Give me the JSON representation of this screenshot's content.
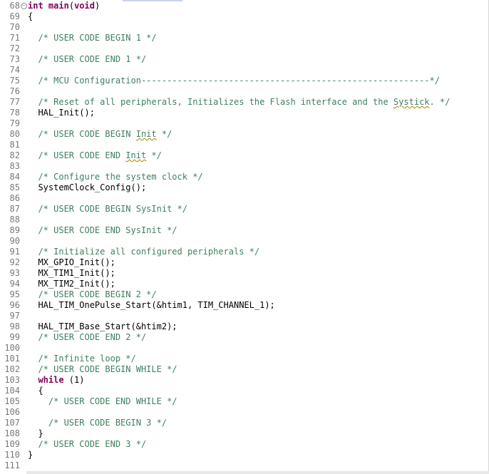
{
  "editor": {
    "lines": [
      {
        "n": "68",
        "fold": true,
        "segs": [
          {
            "c": "kw",
            "t": "int"
          },
          {
            "c": "",
            "t": " "
          },
          {
            "c": "kw",
            "t": "main"
          },
          {
            "c": "",
            "t": "("
          },
          {
            "c": "kw",
            "t": "void"
          },
          {
            "c": "",
            "t": ")"
          }
        ]
      },
      {
        "n": "69",
        "segs": [
          {
            "c": "",
            "t": "{"
          }
        ]
      },
      {
        "n": "70",
        "segs": []
      },
      {
        "n": "71",
        "segs": [
          {
            "c": "",
            "t": "  "
          },
          {
            "c": "cm",
            "t": "/* USER CODE BEGIN 1 */"
          }
        ]
      },
      {
        "n": "72",
        "segs": []
      },
      {
        "n": "73",
        "segs": [
          {
            "c": "",
            "t": "  "
          },
          {
            "c": "cm",
            "t": "/* USER CODE END 1 */"
          }
        ]
      },
      {
        "n": "74",
        "segs": []
      },
      {
        "n": "75",
        "segs": [
          {
            "c": "",
            "t": "  "
          },
          {
            "c": "cm",
            "t": "/* MCU Configuration--------------------------------------------------------*/"
          }
        ]
      },
      {
        "n": "76",
        "segs": []
      },
      {
        "n": "77",
        "segs": [
          {
            "c": "",
            "t": "  "
          },
          {
            "c": "cm",
            "t": "/* Reset of all peripherals, Initializes the Flash interface and the "
          },
          {
            "c": "cm squig",
            "t": "Systick"
          },
          {
            "c": "cm",
            "t": ". */"
          }
        ]
      },
      {
        "n": "78",
        "segs": [
          {
            "c": "",
            "t": "  HAL_Init();"
          }
        ]
      },
      {
        "n": "79",
        "segs": []
      },
      {
        "n": "80",
        "segs": [
          {
            "c": "",
            "t": "  "
          },
          {
            "c": "cm",
            "t": "/* USER CODE BEGIN "
          },
          {
            "c": "cm squig",
            "t": "Init"
          },
          {
            "c": "cm",
            "t": " */"
          }
        ]
      },
      {
        "n": "81",
        "segs": []
      },
      {
        "n": "82",
        "segs": [
          {
            "c": "",
            "t": "  "
          },
          {
            "c": "cm",
            "t": "/* USER CODE END "
          },
          {
            "c": "cm squig",
            "t": "Init"
          },
          {
            "c": "cm",
            "t": " */"
          }
        ]
      },
      {
        "n": "83",
        "segs": []
      },
      {
        "n": "84",
        "segs": [
          {
            "c": "",
            "t": "  "
          },
          {
            "c": "cm",
            "t": "/* Configure the system clock */"
          }
        ]
      },
      {
        "n": "85",
        "segs": [
          {
            "c": "",
            "t": "  SystemClock_Config();"
          }
        ]
      },
      {
        "n": "86",
        "segs": []
      },
      {
        "n": "87",
        "segs": [
          {
            "c": "",
            "t": "  "
          },
          {
            "c": "cm",
            "t": "/* USER CODE BEGIN SysInit */"
          }
        ]
      },
      {
        "n": "88",
        "segs": []
      },
      {
        "n": "89",
        "segs": [
          {
            "c": "",
            "t": "  "
          },
          {
            "c": "cm",
            "t": "/* USER CODE END SysInit */"
          }
        ]
      },
      {
        "n": "90",
        "segs": []
      },
      {
        "n": "91",
        "segs": [
          {
            "c": "",
            "t": "  "
          },
          {
            "c": "cm",
            "t": "/* Initialize all configured peripherals */"
          }
        ]
      },
      {
        "n": "92",
        "segs": [
          {
            "c": "",
            "t": "  MX_GPIO_Init();"
          }
        ]
      },
      {
        "n": "93",
        "segs": [
          {
            "c": "",
            "t": "  MX_TIM1_Init();"
          }
        ]
      },
      {
        "n": "94",
        "segs": [
          {
            "c": "",
            "t": "  MX_TIM2_Init();"
          }
        ]
      },
      {
        "n": "95",
        "segs": [
          {
            "c": "",
            "t": "  "
          },
          {
            "c": "cm",
            "t": "/* USER CODE BEGIN 2 */"
          }
        ]
      },
      {
        "n": "96",
        "segs": [
          {
            "c": "",
            "t": "  HAL_TIM_OnePulse_Start(&htim1, TIM_CHANNEL_1);"
          }
        ]
      },
      {
        "n": "97",
        "segs": []
      },
      {
        "n": "98",
        "segs": [
          {
            "c": "",
            "t": "  HAL_TIM_Base_Start(&htim2);"
          }
        ]
      },
      {
        "n": "99",
        "segs": [
          {
            "c": "",
            "t": "  "
          },
          {
            "c": "cm",
            "t": "/* USER CODE END 2 */"
          }
        ]
      },
      {
        "n": "100",
        "segs": []
      },
      {
        "n": "101",
        "segs": [
          {
            "c": "",
            "t": "  "
          },
          {
            "c": "cm",
            "t": "/* Infinite loop */"
          }
        ]
      },
      {
        "n": "102",
        "segs": [
          {
            "c": "",
            "t": "  "
          },
          {
            "c": "cm",
            "t": "/* USER CODE BEGIN WHILE */"
          }
        ]
      },
      {
        "n": "103",
        "segs": [
          {
            "c": "",
            "t": "  "
          },
          {
            "c": "kw",
            "t": "while"
          },
          {
            "c": "",
            "t": " (1)"
          }
        ]
      },
      {
        "n": "104",
        "segs": [
          {
            "c": "",
            "t": "  {"
          }
        ]
      },
      {
        "n": "105",
        "segs": [
          {
            "c": "",
            "t": "    "
          },
          {
            "c": "cm",
            "t": "/* USER CODE END WHILE */"
          }
        ]
      },
      {
        "n": "106",
        "segs": []
      },
      {
        "n": "107",
        "segs": [
          {
            "c": "",
            "t": "    "
          },
          {
            "c": "cm",
            "t": "/* USER CODE BEGIN 3 */"
          }
        ]
      },
      {
        "n": "108",
        "segs": [
          {
            "c": "",
            "t": "  }"
          }
        ]
      },
      {
        "n": "109",
        "segs": [
          {
            "c": "",
            "t": "  "
          },
          {
            "c": "cm",
            "t": "/* USER CODE END 3 */"
          }
        ]
      },
      {
        "n": "110",
        "segs": [
          {
            "c": "",
            "t": "}"
          }
        ]
      },
      {
        "n": "111",
        "segs": []
      }
    ]
  },
  "colors": {
    "keyword": "#7f0055",
    "comment": "#3f7f5f",
    "line_number": "#787878",
    "text": "#000000",
    "background": "#ffffff"
  },
  "icons": {
    "fold": "fold-collapse-icon"
  }
}
